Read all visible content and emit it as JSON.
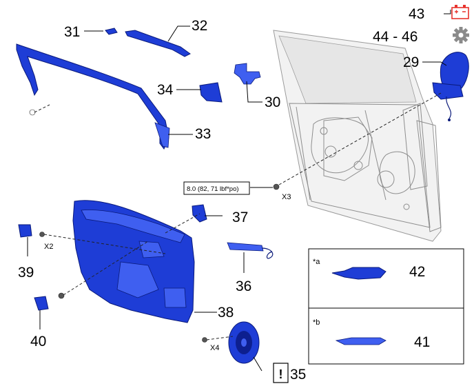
{
  "callouts": {
    "c29": "29",
    "c30": "30",
    "c31": "31",
    "c32": "32",
    "c33": "33",
    "c34": "34",
    "c35": "35",
    "c36": "36",
    "c37": "37",
    "c38": "38",
    "c39": "39",
    "c40": "40",
    "c41": "41",
    "c42": "42",
    "c43": "43",
    "c44_46": "44 - 46"
  },
  "torque": "8.0 (82, 71 lbf*po)",
  "quantities": {
    "x2": "X2",
    "x3": "X3",
    "x4": "X4"
  },
  "insets": {
    "a": "*a",
    "b": "*b"
  },
  "notice_mark": "!",
  "icons": {
    "battery": {
      "name": "battery-icon",
      "color": "#e8322c"
    },
    "gear": {
      "name": "gear-icon",
      "color": "#8a8a8a"
    }
  },
  "colors": {
    "part": "#1e3dd6",
    "door": "#f2f2f2",
    "line": "#000000"
  }
}
